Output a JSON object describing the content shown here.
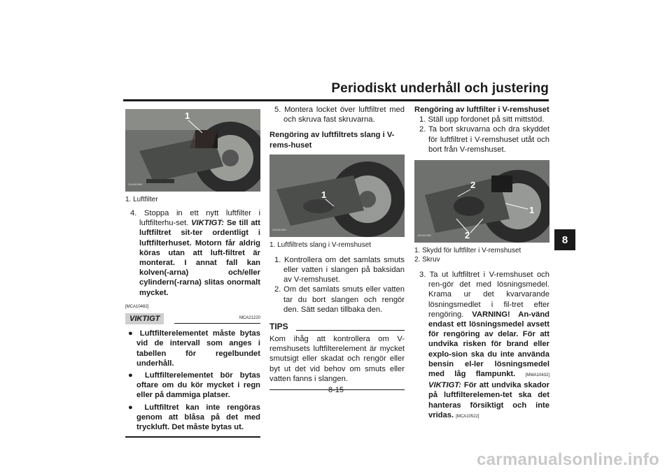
{
  "header": {
    "title": "Periodiskt underhåll och justering",
    "chapter": "8"
  },
  "col1": {
    "photo_code": "ZAUM1880",
    "caption": [
      "1. Luftfilter"
    ],
    "step4": {
      "lead": "4. Stoppa in ett nytt luftfilter i luftfilterhu-set.",
      "warn_label": "VIKTIGT:",
      "warn_text": "Se till att luftfiltret sit-ter ordentligt i luftfilterhuset. Motorn får aldrig köras utan att luft-filtret är monterat. I annat fall kan kolven(-arna) och/eller cylindern(-rarna) slitas onormalt mycket."
    },
    "ref1": "[MCA10482]",
    "notice": {
      "label": "VIKTIGT",
      "code": "MCA21220",
      "bullets": [
        "Luftfilterelementet måste bytas vid de intervall som anges i tabellen för regelbundet underhåll.",
        "Luftfilterelementet bör bytas oftare om du kör mycket i regn eller på dammiga platser.",
        "Luftfiltret kan inte rengöras genom att blåsa på det med tryckluft. Det måste bytas ut."
      ]
    }
  },
  "col2": {
    "step5": "5. Montera locket över luftfiltret med och skruva fast skruvarna.",
    "heading": "Rengöring av luftfiltrets slang i V-rems-huset",
    "photo_code": "ZAUM1881",
    "caption": [
      "1. Luftfiltrets slang i V-remshuset"
    ],
    "steps": [
      "1. Kontrollera om det samlats smuts eller vatten i slangen på baksidan av V-remshuset.",
      "2. Om det samlats smuts eller vatten tar du bort slangen och rengör den. Sätt sedan tillbaka den."
    ],
    "tips": {
      "label": "TIPS",
      "text": "Kom ihåg att kontrollera om V-remshusets luftfilterelement är mycket smutsigt eller skadat och rengör eller byt ut det vid behov om smuts eller vatten fanns i slangen."
    }
  },
  "col3": {
    "heading": "Rengöring av luftfilter i V-remshuset",
    "steps": [
      "1. Ställ upp fordonet på sitt mittstöd.",
      "2. Ta bort skruvarna och dra skyddet för luftfiltret i V-remshuset utåt och bort från V-remshuset."
    ],
    "photo_code": "ZAUM1882",
    "caption": [
      "1. Skydd för luftfilter i V-remshuset",
      "2. Skruv"
    ],
    "step3": {
      "lead": "3. Ta ut luftfiltret i V-remshuset och ren-gör det med lösningsmedel. Krama ur det kvarvarande lösningsmedlet i fil-tret efter rengöring.",
      "warning": "VARNING! An-vänd endast ett lösningsmedel avsett för rengöring av delar. För att undvika risken för brand eller explo-sion ska du inte använda bensin el-ler lösningsmedel med låg flampunkt.",
      "code1": "[MWA10432]",
      "notice_label": "VIKTIGT:",
      "notice_text": "För att undvika skador på luftfilterelemen-tet ska det hanteras försiktigt och inte vridas.",
      "code2": "[MCA10522]"
    }
  },
  "footer": {
    "page": "8-15",
    "watermark": "carmanualsonline.info"
  }
}
